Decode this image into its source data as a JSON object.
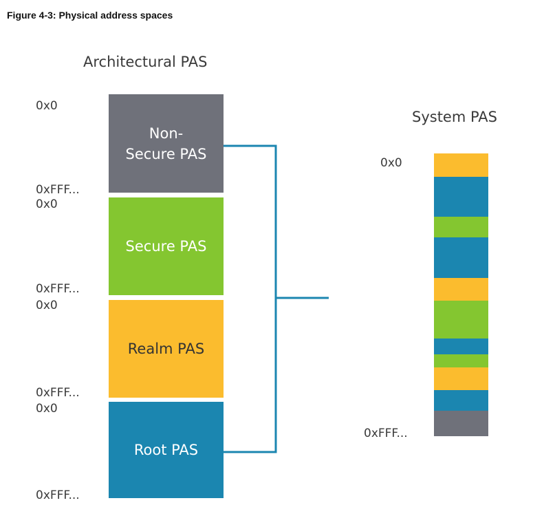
{
  "caption": "Figure 4-3: Physical address spaces",
  "architectural": {
    "title": "Architectural PAS",
    "blocks": [
      {
        "label": "Non-\nSecure PAS",
        "color": "#6f717a",
        "text_color": "#ffffff",
        "start": "0x0",
        "end": "0xFFF..."
      },
      {
        "label": "Secure PAS",
        "color": "#84c630",
        "text_color": "#ffffff",
        "start": "0x0",
        "end": "0xFFF..."
      },
      {
        "label": "Realm PAS",
        "color": "#fbbc2e",
        "text_color": "#333333",
        "start": "0x0",
        "end": "0xFFF..."
      },
      {
        "label": "Root PAS",
        "color": "#1b86b0",
        "text_color": "#ffffff",
        "start": "0x0",
        "end": "0xFFF..."
      }
    ]
  },
  "system": {
    "title": "System PAS",
    "start": "0x0",
    "end": "0xFFF...",
    "segments": [
      {
        "pas": "realm",
        "color": "#fbbc2e"
      },
      {
        "pas": "root",
        "color": "#1b86b0"
      },
      {
        "pas": "secure",
        "color": "#84c630"
      },
      {
        "pas": "root",
        "color": "#1b86b0"
      },
      {
        "pas": "realm",
        "color": "#fbbc2e"
      },
      {
        "pas": "secure",
        "color": "#84c630"
      },
      {
        "pas": "root",
        "color": "#1b86b0"
      },
      {
        "pas": "secure",
        "color": "#84c630"
      },
      {
        "pas": "realm",
        "color": "#fbbc2e"
      },
      {
        "pas": "root",
        "color": "#1b86b0"
      },
      {
        "pas": "non-secure",
        "color": "#6f717a"
      }
    ]
  },
  "connector_color": "#1b86b0"
}
